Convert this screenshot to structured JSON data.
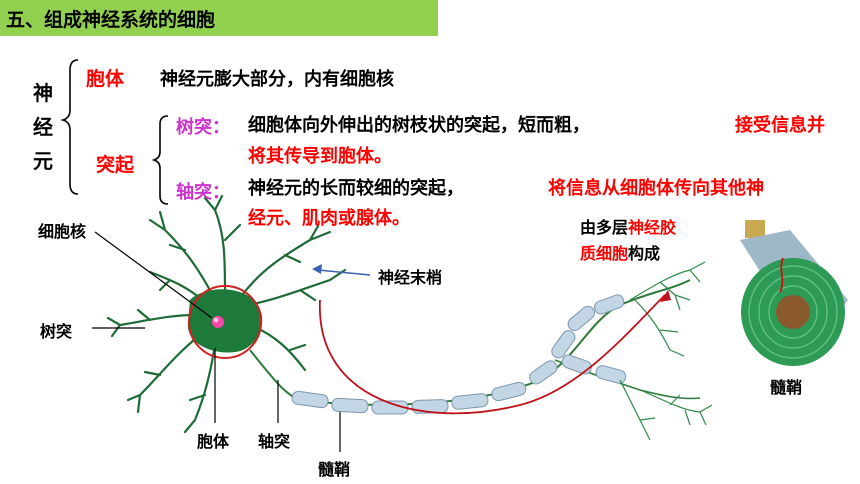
{
  "title": "五、组成神经系统的细胞",
  "summary": {
    "root": "神经元",
    "cell_body": {
      "term": "胞体",
      "desc": "神经元膨大部分，内有细胞核"
    },
    "process": {
      "term": "突起",
      "dendrite": {
        "term": "树突：",
        "desc": "细胞体向外伸出的树枝状的突起，短而粗，",
        "desc_red": "接受信息并",
        "desc_red_2": "将其传导到胞体。"
      },
      "axon": {
        "term": "轴突：",
        "desc": "神经元的长而较细的突起，",
        "desc_red": "将信息从细胞体传向其他神",
        "desc_red_2": "经元、肌肉或腺体。"
      }
    }
  },
  "labels": {
    "nucleus": "细胞核",
    "dendrite": "树突",
    "cell_body": "胞体",
    "axon": "轴突",
    "myelin_bottom": "髓鞘",
    "nerve_ending": "神经末梢",
    "glia_prefix": "由多层",
    "glia_red_1": "神经胶",
    "glia_red_2": "质细胞",
    "glia_suffix": "构成",
    "myelin_right": "髓鞘"
  },
  "colors": {
    "title_bg": "#92d050",
    "red": "#ff0000",
    "purple": "#cc33cc",
    "neuron_green": "#1e7a3a",
    "myelin_blue": "#b8cfe0"
  }
}
